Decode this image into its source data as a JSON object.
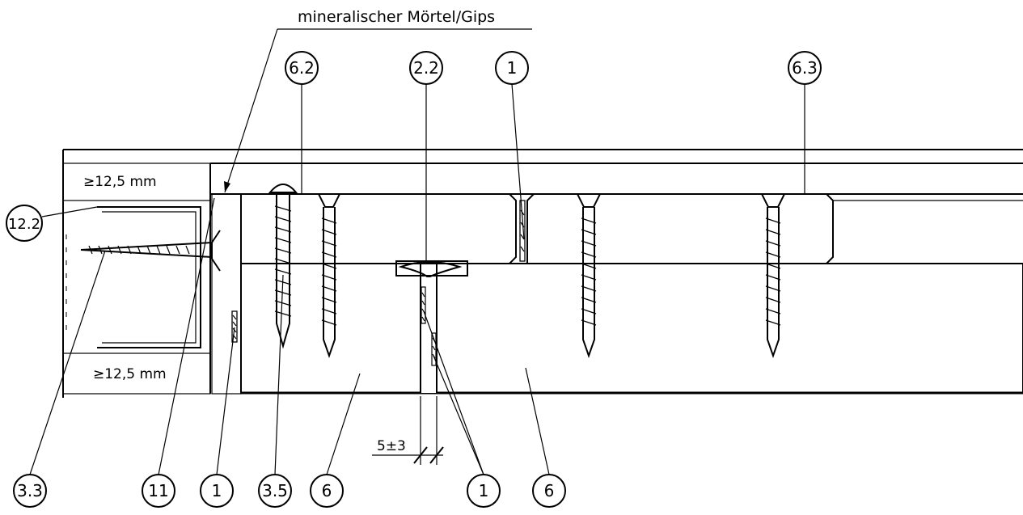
{
  "note": {
    "text": "mineralischer Mörtel/Gips"
  },
  "dimensions": {
    "board_top": "≥12,5 mm",
    "board_bottom": "≥12,5 mm",
    "gap": "5±3"
  },
  "callouts": [
    {
      "id": "6.2",
      "label": "6.2"
    },
    {
      "id": "2.2",
      "label": "2.2"
    },
    {
      "id": "1-top",
      "label": "1"
    },
    {
      "id": "6.3",
      "label": "6.3"
    },
    {
      "id": "12.2",
      "label": "12.2"
    },
    {
      "id": "3.3",
      "label": "3.3"
    },
    {
      "id": "11",
      "label": "11"
    },
    {
      "id": "1-bottom-left",
      "label": "1"
    },
    {
      "id": "3.5",
      "label": "3.5"
    },
    {
      "id": "6-left",
      "label": "6"
    },
    {
      "id": "1-bottom-mid",
      "label": "1"
    },
    {
      "id": "6-right",
      "label": "6"
    }
  ]
}
